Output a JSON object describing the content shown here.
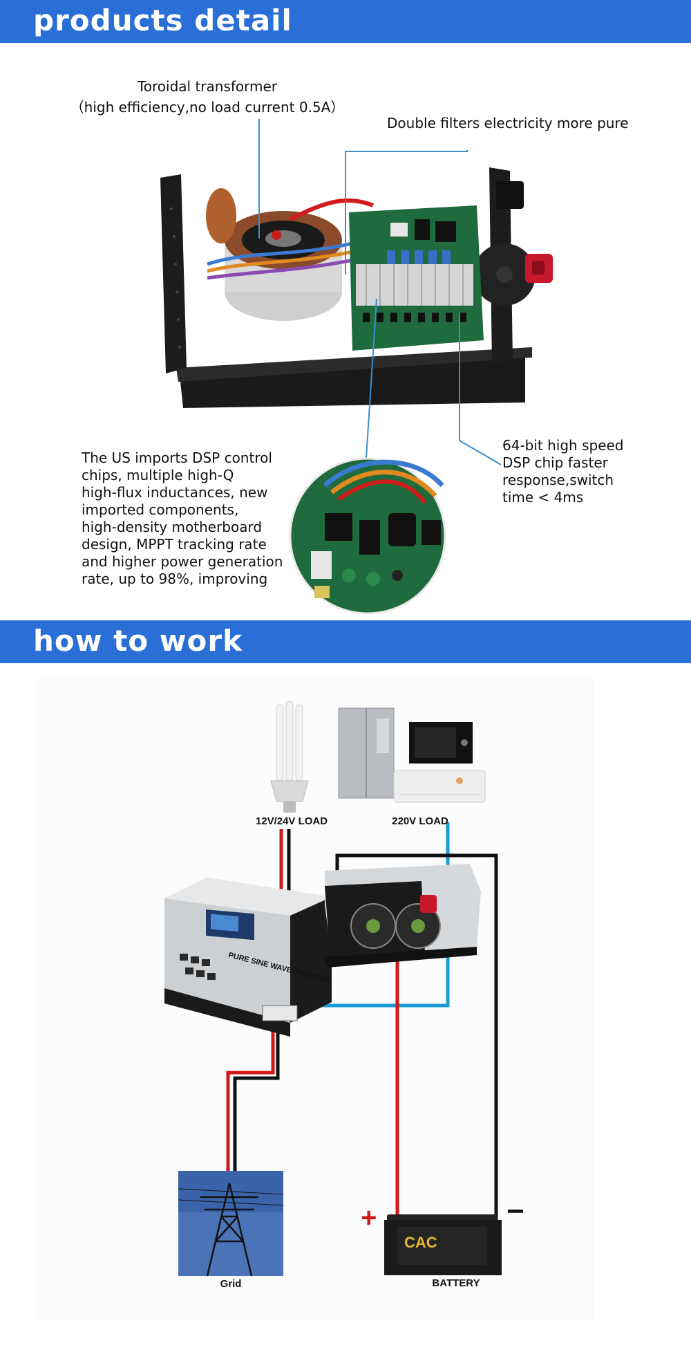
{
  "sections": {
    "detail_title": "products detail",
    "work_title": "how to work"
  },
  "callouts": {
    "transformer_line1": "Toroidal transformer",
    "transformer_line2": "（high efficiency,no load current 0.5A）",
    "filters": "Double filters electricity more pure",
    "dsp_lines": [
      "The US imports DSP control",
      "chips, multiple high-Q",
      "high-flux inductances, new",
      "imported components,",
      "high-density motherboard",
      "design, MPPT tracking rate",
      "and higher power generation",
      "rate, up to 98%, improving"
    ],
    "chip_lines": [
      "64-bit high speed",
      "DSP chip faster",
      "response,switch",
      "time < 4ms"
    ]
  },
  "diagram": {
    "load_dc": "12V/24V LOAD",
    "load_ac": "220V LOAD",
    "grid": "Grid",
    "battery": "BATTERY",
    "plus": "+",
    "minus": "−",
    "inverter_panel_text": "PURE SINE WAVE INVERTER",
    "battery_brand": "CAC"
  },
  "colors": {
    "banner": "#2a6fd6",
    "leader_line": "#3a8fd0",
    "wire_red": "#d01818",
    "wire_black": "#111111",
    "wire_blue": "#1a9ad6"
  }
}
